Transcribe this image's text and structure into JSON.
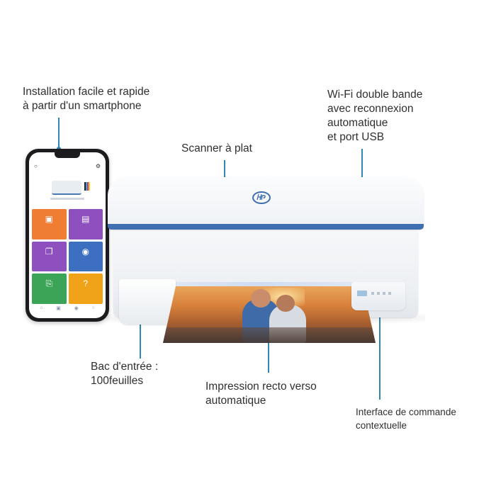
{
  "callouts": {
    "smartphone": "Installation facile et rapide\nà partir d'un smartphone",
    "scanner": "Scanner à plat",
    "wifi": "Wi-Fi double bande\navec reconnexion\nautomatique\net port USB",
    "input_tray": "Bac d'entrée :\n100feuilles",
    "duplex": "Impression recto verso\nautomatique",
    "interface": "Interface de commande\ncontextuelle"
  },
  "icons": {
    "logo": "hp-logo",
    "phone_tiles": [
      "scan-icon",
      "document-icon",
      "copy-icon",
      "mobile-fax-icon",
      "print-icon",
      "help-icon"
    ]
  },
  "colors": {
    "leader": "#2f86b8",
    "printer_accent": "#3f6fb0",
    "tiles": [
      "#ef7d34",
      "#8e4fbf",
      "#8e4fbf",
      "#3d6fc0",
      "#3ca456",
      "#f0a318"
    ]
  }
}
